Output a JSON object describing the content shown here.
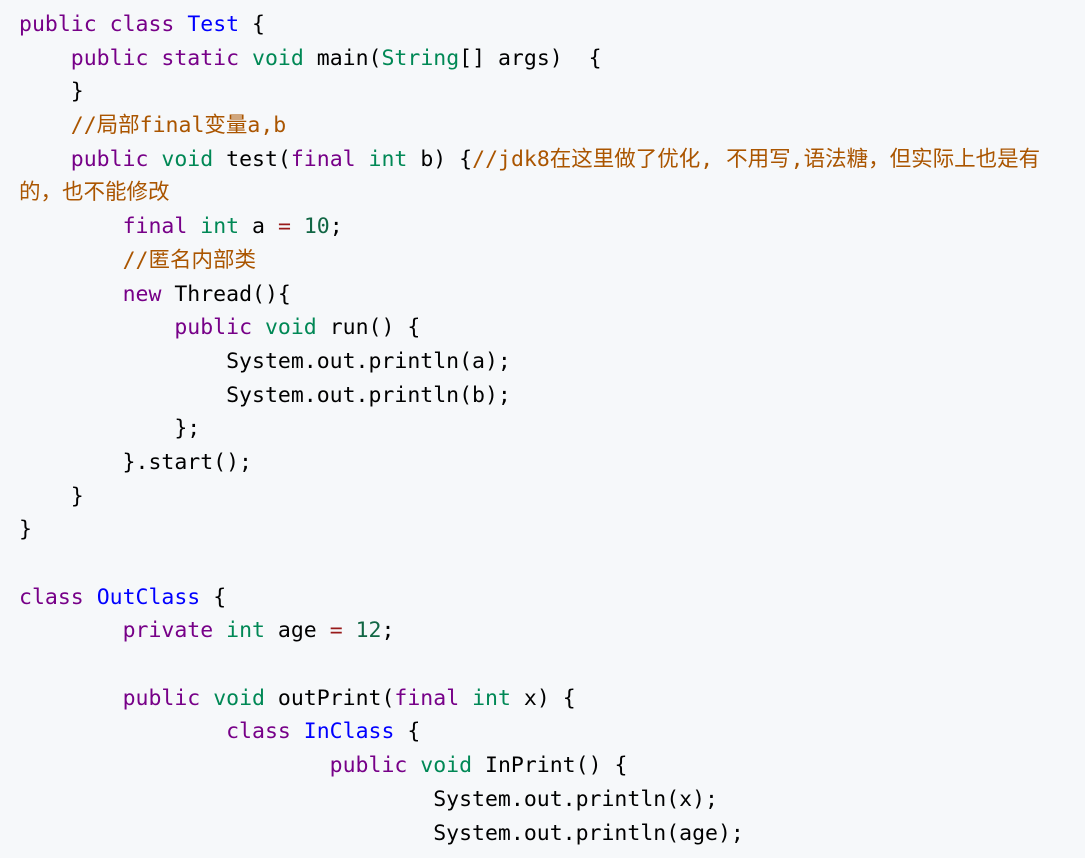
{
  "theme": {
    "background": "#f6f8fa",
    "keyword": "#770088",
    "type": "#008855",
    "definition": "#0000ff",
    "comment": "#aa5500",
    "number": "#116644",
    "operator": "#981a1a",
    "plain": "#000000"
  },
  "lines": [
    [
      {
        "t": "kw",
        "v": "public"
      },
      {
        "t": "plain",
        "v": " "
      },
      {
        "t": "kw",
        "v": "class"
      },
      {
        "t": "plain",
        "v": " "
      },
      {
        "t": "def",
        "v": "Test"
      },
      {
        "t": "plain",
        "v": " {"
      }
    ],
    [
      {
        "t": "plain",
        "v": "    "
      },
      {
        "t": "kw",
        "v": "public"
      },
      {
        "t": "plain",
        "v": " "
      },
      {
        "t": "kw",
        "v": "static"
      },
      {
        "t": "plain",
        "v": " "
      },
      {
        "t": "type",
        "v": "void"
      },
      {
        "t": "plain",
        "v": " main("
      },
      {
        "t": "type",
        "v": "String"
      },
      {
        "t": "plain",
        "v": "[] args)  {"
      }
    ],
    [
      {
        "t": "plain",
        "v": "    }"
      }
    ],
    [
      {
        "t": "plain",
        "v": "    "
      },
      {
        "t": "comment",
        "v": "//局部final变量a,b"
      }
    ],
    [
      {
        "t": "plain",
        "v": "    "
      },
      {
        "t": "kw",
        "v": "public"
      },
      {
        "t": "plain",
        "v": " "
      },
      {
        "t": "type",
        "v": "void"
      },
      {
        "t": "plain",
        "v": " test("
      },
      {
        "t": "kw",
        "v": "final"
      },
      {
        "t": "plain",
        "v": " "
      },
      {
        "t": "type",
        "v": "int"
      },
      {
        "t": "plain",
        "v": " b) {"
      },
      {
        "t": "comment",
        "v": "//jdk8在这里做了优化, 不用写,语法糖，但实际上也是有"
      }
    ],
    [
      {
        "t": "comment",
        "v": "的，也不能修改"
      }
    ],
    [
      {
        "t": "plain",
        "v": "        "
      },
      {
        "t": "kw",
        "v": "final"
      },
      {
        "t": "plain",
        "v": " "
      },
      {
        "t": "type",
        "v": "int"
      },
      {
        "t": "plain",
        "v": " a "
      },
      {
        "t": "op",
        "v": "="
      },
      {
        "t": "plain",
        "v": " "
      },
      {
        "t": "num",
        "v": "10"
      },
      {
        "t": "plain",
        "v": ";"
      }
    ],
    [
      {
        "t": "plain",
        "v": "        "
      },
      {
        "t": "comment",
        "v": "//匿名内部类"
      }
    ],
    [
      {
        "t": "plain",
        "v": "        "
      },
      {
        "t": "kw",
        "v": "new"
      },
      {
        "t": "plain",
        "v": " Thread(){"
      }
    ],
    [
      {
        "t": "plain",
        "v": "            "
      },
      {
        "t": "kw",
        "v": "public"
      },
      {
        "t": "plain",
        "v": " "
      },
      {
        "t": "type",
        "v": "void"
      },
      {
        "t": "plain",
        "v": " run() {"
      }
    ],
    [
      {
        "t": "plain",
        "v": "                System.out.println(a);"
      }
    ],
    [
      {
        "t": "plain",
        "v": "                System.out.println(b);"
      }
    ],
    [
      {
        "t": "plain",
        "v": "            };"
      }
    ],
    [
      {
        "t": "plain",
        "v": "        }.start();"
      }
    ],
    [
      {
        "t": "plain",
        "v": "    }"
      }
    ],
    [
      {
        "t": "plain",
        "v": "}"
      }
    ],
    [
      {
        "t": "plain",
        "v": ""
      }
    ],
    [
      {
        "t": "kw",
        "v": "class"
      },
      {
        "t": "plain",
        "v": " "
      },
      {
        "t": "def",
        "v": "OutClass"
      },
      {
        "t": "plain",
        "v": " {"
      }
    ],
    [
      {
        "t": "plain",
        "v": "        "
      },
      {
        "t": "kw",
        "v": "private"
      },
      {
        "t": "plain",
        "v": " "
      },
      {
        "t": "type",
        "v": "int"
      },
      {
        "t": "plain",
        "v": " age "
      },
      {
        "t": "op",
        "v": "="
      },
      {
        "t": "plain",
        "v": " "
      },
      {
        "t": "num",
        "v": "12"
      },
      {
        "t": "plain",
        "v": ";"
      }
    ],
    [
      {
        "t": "plain",
        "v": ""
      }
    ],
    [
      {
        "t": "plain",
        "v": "        "
      },
      {
        "t": "kw",
        "v": "public"
      },
      {
        "t": "plain",
        "v": " "
      },
      {
        "t": "type",
        "v": "void"
      },
      {
        "t": "plain",
        "v": " outPrint("
      },
      {
        "t": "kw",
        "v": "final"
      },
      {
        "t": "plain",
        "v": " "
      },
      {
        "t": "type",
        "v": "int"
      },
      {
        "t": "plain",
        "v": " x) {"
      }
    ],
    [
      {
        "t": "plain",
        "v": "                "
      },
      {
        "t": "kw",
        "v": "class"
      },
      {
        "t": "plain",
        "v": " "
      },
      {
        "t": "def",
        "v": "InClass"
      },
      {
        "t": "plain",
        "v": " {"
      }
    ],
    [
      {
        "t": "plain",
        "v": "                        "
      },
      {
        "t": "kw",
        "v": "public"
      },
      {
        "t": "plain",
        "v": " "
      },
      {
        "t": "type",
        "v": "void"
      },
      {
        "t": "plain",
        "v": " InPrint() {"
      }
    ],
    [
      {
        "t": "plain",
        "v": "                                System.out.println(x);"
      }
    ],
    [
      {
        "t": "plain",
        "v": "                                System.out.println(age);"
      }
    ]
  ]
}
